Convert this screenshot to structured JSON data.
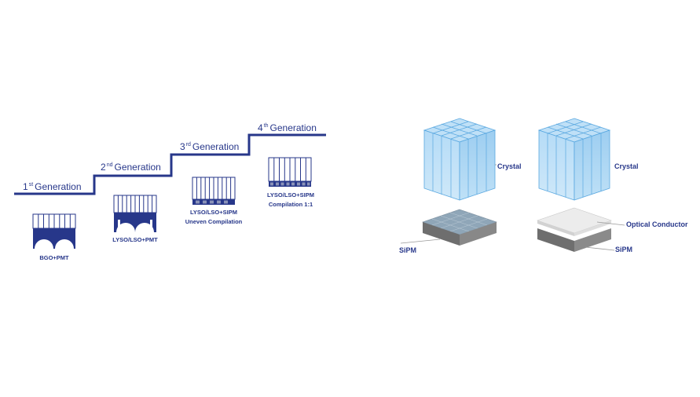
{
  "generations": [
    {
      "num": "1",
      "sup": "st",
      "word": "Generation",
      "caption_lines": [
        "BGO+PMT"
      ]
    },
    {
      "num": "2",
      "sup": "nd",
      "word": "Generation",
      "caption_lines": [
        "LYSO/LSO+PMT"
      ]
    },
    {
      "num": "3",
      "sup": "rd",
      "word": "Generation",
      "caption_lines": [
        "LYSO/LSO+SIPM",
        "Uneven Compilation"
      ]
    },
    {
      "num": "4",
      "sup": "th",
      "word": "Generation",
      "caption_lines": [
        "LYSO/LSO+SIPM",
        "Compilation 1:1"
      ]
    }
  ],
  "right_panel": {
    "left_module": {
      "crystal": "Crystal",
      "sipm": "SiPM"
    },
    "right_module": {
      "crystal": "Crystal",
      "optical": "Optical Conductor",
      "sipm": "SiPM"
    }
  },
  "colors": {
    "navy": "#27378a",
    "crystal_face": "#9fcdf0",
    "crystal_edge": "#5aa8e0",
    "sipm_top": "#8fa6b8",
    "sipm_side": "#6e6e6e",
    "optical_top": "#ececec"
  }
}
